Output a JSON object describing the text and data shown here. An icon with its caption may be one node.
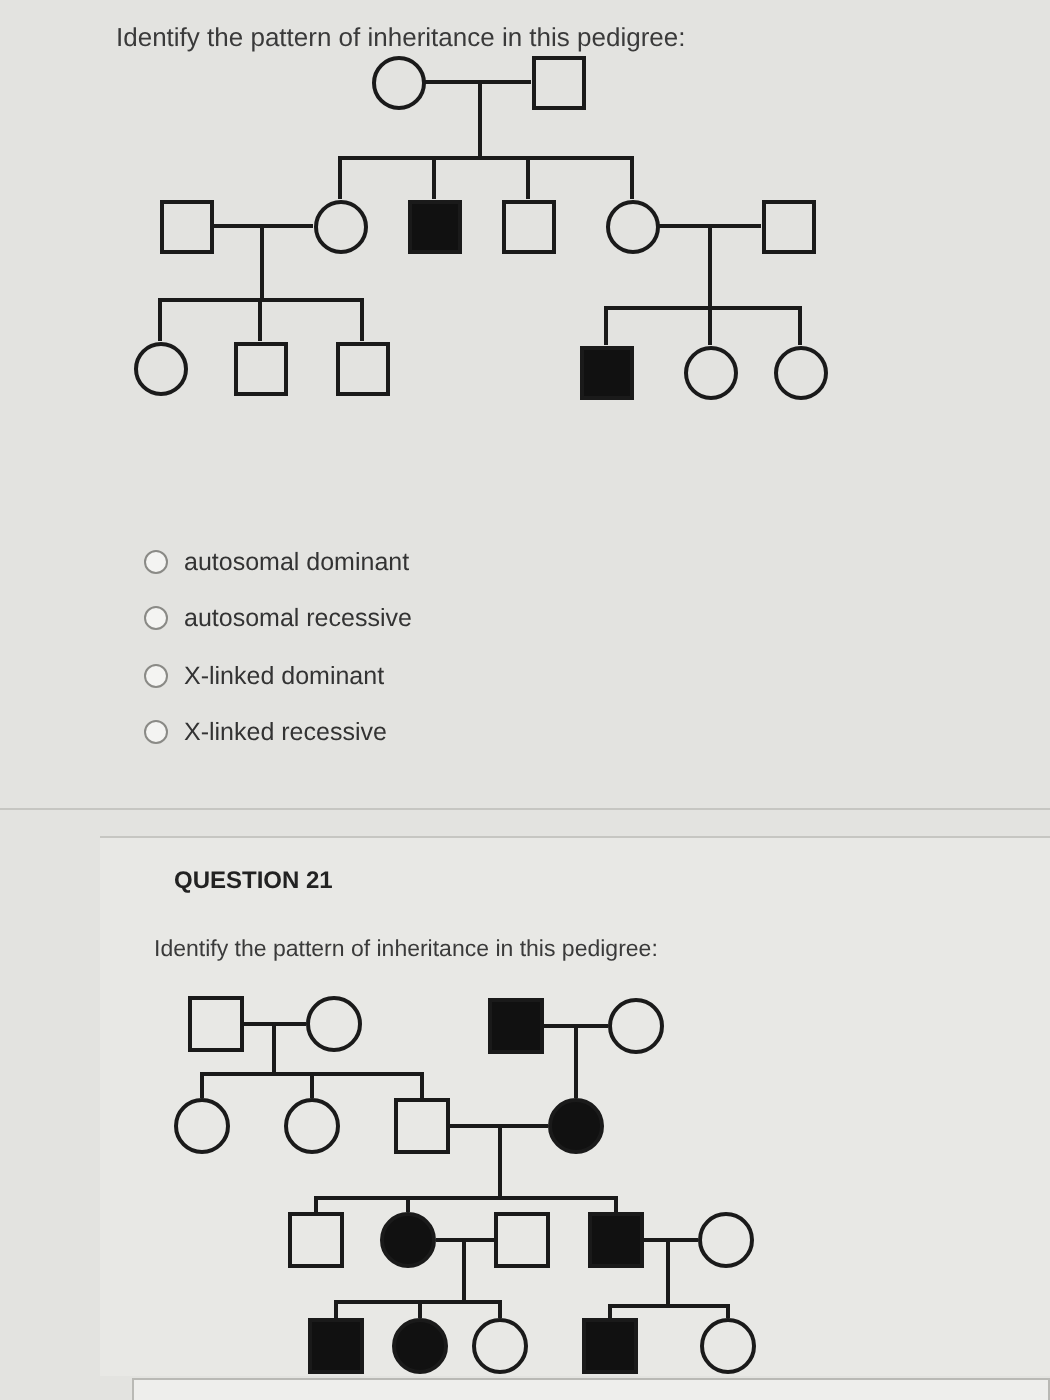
{
  "diagram": {
    "title": "Identify the pattern of inheritance in this pedigree:",
    "nodes": [
      {
        "text": [],
        "shape": "circle"
      },
      {
        "text": [],
        "shape": "box"
      },
      {
        "text": [],
        "shape": "box"
      },
      {
        "text": [],
        "shape": "circle"
      },
      {
        "text": [],
        "shape": "filled-box"
      },
      {
        "text": [],
        "shape": "box"
      },
      {
        "text": [],
        "shape": "circle"
      },
      {
        "text": [],
        "shape": "box"
      },
      {
        "text": [],
        "shape": "circle"
      },
      {
        "text": [],
        "shape": "box"
      },
      {
        "text": [],
        "shape": "box"
      },
      {
        "text": [],
        "shape": "filled-box"
      },
      {
        "text": [],
        "shape": "circle"
      },
      {
        "text": [],
        "shape": "circle"
      },
      {
        "text": [],
        "shape": "box"
      },
      {
        "text": [],
        "shape": "circle"
      },
      {
        "text": [],
        "shape": "filled-box"
      },
      {
        "text": [],
        "shape": "circle"
      },
      {
        "text": [],
        "shape": "circle"
      },
      {
        "text": [],
        "shape": "circle"
      },
      {
        "text": [],
        "shape": "box"
      },
      {
        "text": [],
        "shape": "filled-circle"
      },
      {
        "text": [],
        "shape": "box"
      },
      {
        "text": [],
        "shape": "filled-circle"
      },
      {
        "text": [],
        "shape": "box"
      },
      {
        "text": [],
        "shape": "filled-box"
      },
      {
        "text": [],
        "shape": "circle"
      },
      {
        "text": [],
        "shape": "filled-box"
      },
      {
        "text": [],
        "shape": "filled-circle"
      },
      {
        "text": [],
        "shape": "circle"
      },
      {
        "text": [],
        "shape": "filled-box"
      },
      {
        "text": [],
        "shape": "circle"
      }
    ],
    "edges": [
      {
        "from": 0,
        "to": 1,
        "arrow": "none"
      },
      {
        "from": 0,
        "to": 3,
        "arrow": "none"
      },
      {
        "from": 1,
        "to": 3,
        "arrow": "none"
      },
      {
        "from": 0,
        "to": 4,
        "arrow": "none"
      },
      {
        "from": 1,
        "to": 4,
        "arrow": "none"
      },
      {
        "from": 0,
        "to": 5,
        "arrow": "none"
      },
      {
        "from": 1,
        "to": 5,
        "arrow": "none"
      },
      {
        "from": 0,
        "to": 6,
        "arrow": "none"
      },
      {
        "from": 1,
        "to": 6,
        "arrow": "none"
      },
      {
        "from": 2,
        "to": 3,
        "arrow": "none"
      },
      {
        "from": 2,
        "to": 8,
        "arrow": "none"
      },
      {
        "from": 3,
        "to": 8,
        "arrow": "none"
      },
      {
        "from": 2,
        "to": 9,
        "arrow": "none"
      },
      {
        "from": 3,
        "to": 9,
        "arrow": "none"
      },
      {
        "from": 2,
        "to": 10,
        "arrow": "none"
      },
      {
        "from": 3,
        "to": 10,
        "arrow": "none"
      },
      {
        "from": 6,
        "to": 7,
        "arrow": "none"
      },
      {
        "from": 6,
        "to": 11,
        "arrow": "none"
      },
      {
        "from": 7,
        "to": 11,
        "arrow": "none"
      },
      {
        "from": 6,
        "to": 12,
        "arrow": "none"
      },
      {
        "from": 7,
        "to": 12,
        "arrow": "none"
      },
      {
        "from": 6,
        "to": 13,
        "arrow": "none"
      },
      {
        "from": 7,
        "to": 13,
        "arrow": "none"
      },
      {
        "from": 14,
        "to": 15,
        "arrow": "none"
      },
      {
        "from": 14,
        "to": 18,
        "arrow": "none"
      },
      {
        "from": 15,
        "to": 18,
        "arrow": "none"
      },
      {
        "from": 14,
        "to": 19,
        "arrow": "none"
      },
      {
        "from": 15,
        "to": 19,
        "arrow": "none"
      },
      {
        "from": 14,
        "to": 20,
        "arrow": "none"
      },
      {
        "from": 15,
        "to": 20,
        "arrow": "none"
      },
      {
        "from": 16,
        "to": 17,
        "arrow": "none"
      },
      {
        "from": 16,
        "to": 21,
        "arrow": "none"
      },
      {
        "from": 17,
        "to": 21,
        "arrow": "none"
      },
      {
        "from": 20,
        "to": 21,
        "arrow": "none"
      },
      {
        "from": 20,
        "to": 22,
        "arrow": "none"
      },
      {
        "from": 21,
        "to": 22,
        "arrow": "none"
      },
      {
        "from": 20,
        "to": 23,
        "arrow": "none"
      },
      {
        "from": 21,
        "to": 23,
        "arrow": "none"
      },
      {
        "from": 20,
        "to": 25,
        "arrow": "none"
      },
      {
        "from": 21,
        "to": 25,
        "arrow": "none"
      },
      {
        "from": 23,
        "to": 24,
        "arrow": "none"
      },
      {
        "from": 23,
        "to": 27,
        "arrow": "none"
      },
      {
        "from": 24,
        "to": 27,
        "arrow": "none"
      },
      {
        "from": 23,
        "to": 28,
        "arrow": "none"
      },
      {
        "from": 24,
        "to": 28,
        "arrow": "none"
      },
      {
        "from": 23,
        "to": 29,
        "arrow": "none"
      },
      {
        "from": 24,
        "to": 29,
        "arrow": "none"
      },
      {
        "from": 25,
        "to": 26,
        "arrow": "none"
      },
      {
        "from": 25,
        "to": 30,
        "arrow": "none"
      },
      {
        "from": 26,
        "to": 30,
        "arrow": "none"
      },
      {
        "from": 25,
        "to": 31,
        "arrow": "none"
      },
      {
        "from": 26,
        "to": 31,
        "arrow": "none"
      }
    ],
    "labels": [
      "autosomal dominant",
      "autosomal recessive",
      "X-linked dominant",
      "X-linked recessive",
      "QUESTION 21",
      "Identify the pattern of inheritance in this pedigree:"
    ]
  }
}
